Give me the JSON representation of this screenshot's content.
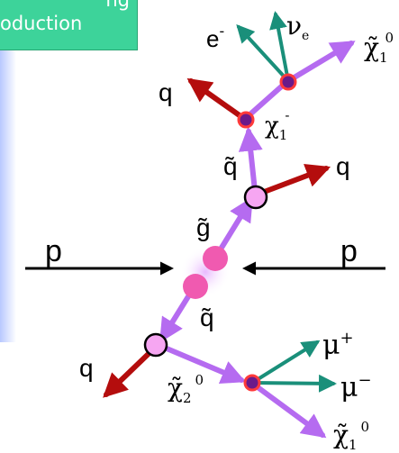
{
  "banner": {
    "line1": "ng",
    "line2": "oduction",
    "bg_color": "#3dd39a"
  },
  "labels": {
    "proton_left": "p",
    "proton_right": "p",
    "gluino": "g̃",
    "squark_prod": "q̃",
    "squark_upper": "q̃",
    "quark_upper_left": "q",
    "quark_upper_right": "q",
    "quark_lower_left": "q",
    "chargino_symbol": "χ",
    "chargino_sub": "1",
    "chargino_sup": "-",
    "electron": "e",
    "electron_sup": "-",
    "neutrino": "ν",
    "neutrino_sub": "e",
    "neutralino_top": "χ̃",
    "neutralino_top_sub": "1",
    "neutralino_top_sup": "0",
    "neutralino2": "χ̃",
    "neutralino2_sub": "2",
    "neutralino2_sup": "0",
    "muon_plus": "μ",
    "muon_plus_sup": "+",
    "muon_minus": "μ",
    "muon_minus_sup": "−",
    "neutralino_bottom": "χ̃",
    "neutralino_bottom_sub": "1",
    "neutralino_bottom_sup": "0"
  },
  "colors": {
    "susy_line": "#b56bf0",
    "quark_line": "#b40d0d",
    "lepton_line": "#1a8f7a",
    "vertex_fill": "#f6a6f2",
    "production_blob": "#f05ab0",
    "decay_vertex": "#6a1a8a"
  }
}
